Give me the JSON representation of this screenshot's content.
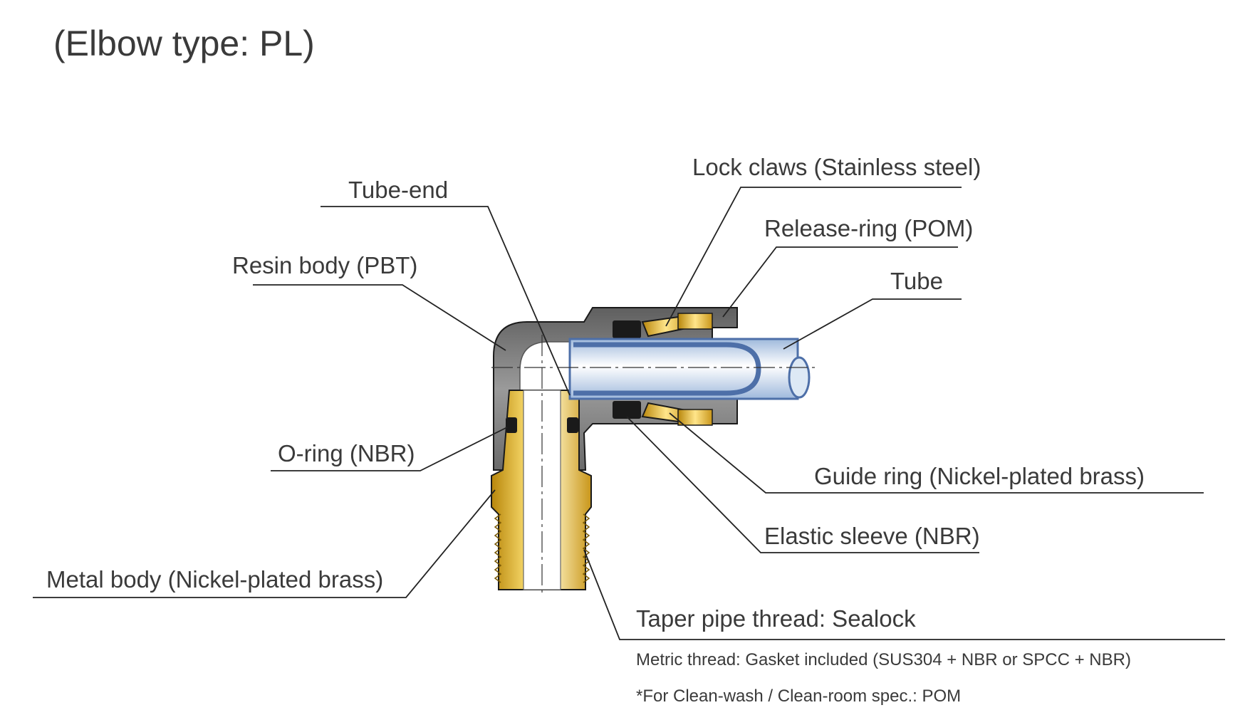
{
  "title": "(Elbow type: PL)",
  "labels": {
    "lock_claws": "Lock claws (Stainless steel)",
    "tube_end": "Tube-end",
    "release_ring": "Release-ring (POM)",
    "resin_body": "Resin body (PBT)",
    "tube": "Tube",
    "o_ring": "O-ring (NBR)",
    "guide_ring": "Guide ring (Nickel-plated brass)",
    "elastic_sleeve": "Elastic sleeve (NBR)",
    "metal_body": "Metal body (Nickel-plated brass)",
    "taper_thread": "Taper pipe thread:  Sealock"
  },
  "notes": {
    "metric_thread": "Metric thread: Gasket included (SUS304 + NBR or SPCC + NBR)",
    "clean_spec": "*For Clean-wash / Clean-room spec.: POM"
  },
  "colors": {
    "resin_body": "#7a7a7a",
    "brass": "#e6b531",
    "tube_blue": "#4d6fa8",
    "tube_light": "#dde9f5",
    "o_ring": "#1a1a1a"
  }
}
